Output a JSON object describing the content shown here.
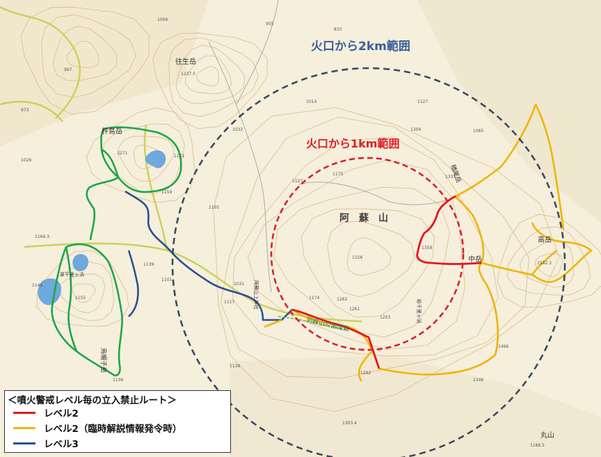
{
  "map": {
    "labels": {
      "radius_2km": "火口から2km範囲",
      "radius_1km": "火口から1km範囲",
      "mt_aso": "阿　蘇　山",
      "kishimadake": "杵島岳",
      "ojodake": "往生岳",
      "nekodake_area": "楢尾岳",
      "nakadake": "中岳",
      "takadake": "高岳",
      "maruyama": "丸山",
      "eboshidake": "烏帽子岳",
      "kusasenri": "草千里ヶ浜",
      "sunasenri": "砂千里ヶ浜",
      "park_road": "阿蘇山公園道路",
      "shrine": "阿蘇山上神社"
    },
    "spot_heights": [
      "1237.5",
      "1271",
      "1159",
      "1014",
      "1032",
      "1204",
      "1127",
      "1065",
      "1175",
      "1127",
      "1105",
      "1331",
      "1359",
      "1592.3",
      "1156",
      "1101",
      "1031",
      "1174",
      "1262",
      "1261",
      "1203",
      "1166.3",
      "1155",
      "1146",
      "1139",
      "1117",
      "1292",
      "1136",
      "1138",
      "1346",
      "1303.4",
      "1186.5",
      "1496",
      "1006",
      "955",
      "833",
      "967",
      "973",
      "1026",
      "1121"
    ],
    "colors": {
      "level2": "#e8141c",
      "level2_temp": "#f0b400",
      "level3": "#2a4f8f",
      "green_trail": "#1ca64a",
      "ring_2km": "#3a4a63",
      "ring_1km": "#d9202a",
      "contour": "#d9b27a",
      "road": "#c9d25a",
      "water": "#6fa8dc"
    }
  },
  "legend": {
    "title": "＜噴火警戒レベル毎の立入禁止ルート＞",
    "items": [
      {
        "label": "レベル2",
        "color": "#e8141c"
      },
      {
        "label": "レベル2（臨時解説情報発令時）",
        "color": "#f0b400"
      },
      {
        "label": "レベル3",
        "color": "#2a4f8f"
      }
    ]
  }
}
